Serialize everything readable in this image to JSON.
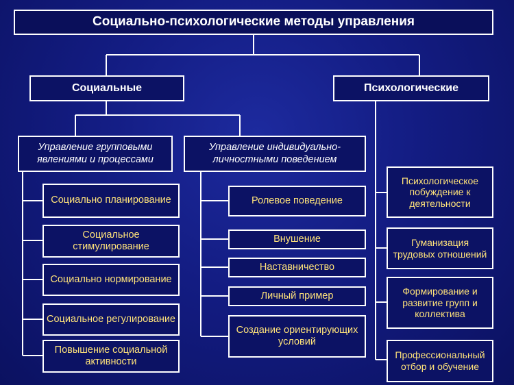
{
  "diagram": {
    "title": "Социально-психологические методы управления",
    "social": {
      "label": "Социальные",
      "group": {
        "label": "Управление групповыми явлениями и процессами",
        "items": [
          "Социально планирование",
          "Социальное стимулирование",
          "Социально нормирование",
          "Социальное регулирование",
          "Повышение социальной активности"
        ]
      },
      "individual": {
        "label": "Управление индивидуально-личностными поведением",
        "items": [
          "Ролевое поведение",
          "Внушение",
          "Наставничество",
          "Личный пример",
          "Создание ориентирующих условий"
        ]
      }
    },
    "psychological": {
      "label": "Психологические",
      "items": [
        "Психологическое побуждение к деятельности",
        "Гуманизация трудовых отношений",
        "Формирование и развитие групп и коллектива",
        "Профессиональный отбор и обучение"
      ]
    }
  },
  "colors": {
    "background": "#131c82",
    "box_fill": "#0c1264",
    "border": "#ffffff",
    "item_text": "#ffe37a",
    "heading_text": "#ffffff"
  }
}
